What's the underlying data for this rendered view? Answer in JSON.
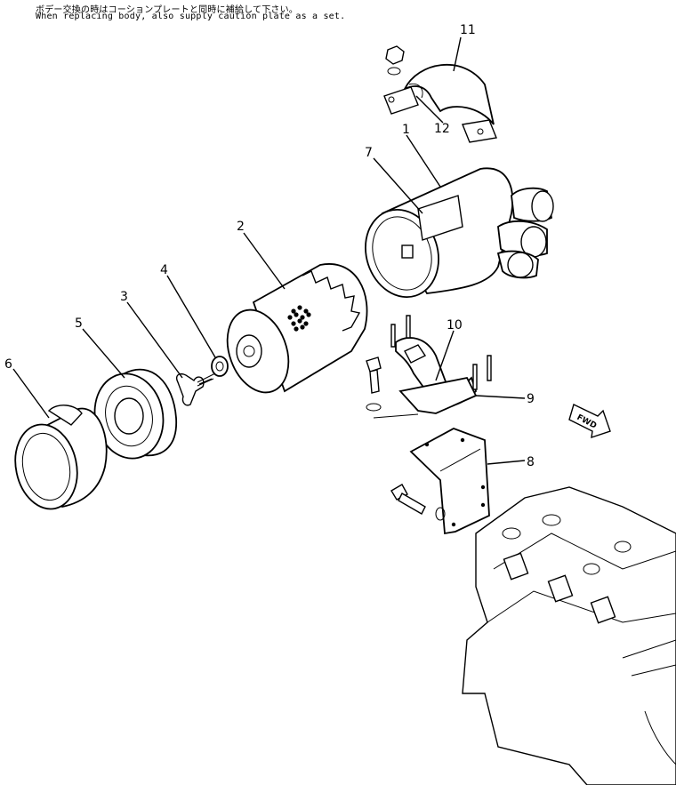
{
  "notes": {
    "japanese": "ボデー交換の時はコーションプレートと同時に補給して下さい。",
    "english": "When replacing body, also supply caution plate as a set."
  },
  "callouts": [
    "1",
    "2",
    "3",
    "4",
    "5",
    "6",
    "7",
    "8",
    "9",
    "10",
    "11",
    "12"
  ],
  "fwd_arrow": "FWD"
}
